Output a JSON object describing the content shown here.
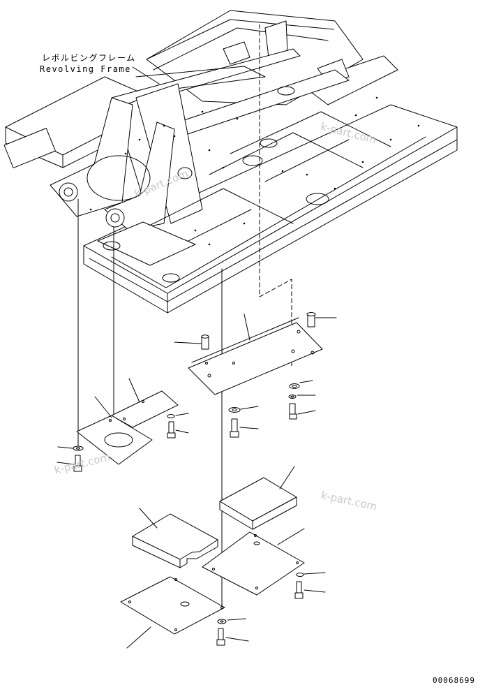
{
  "frame_label": {
    "jp": "レボルビングフレーム",
    "en": "Revolving Frame"
  },
  "watermarks": [
    "k-part.com",
    "k-part.com",
    "k-part.com",
    "k-part.com"
  ],
  "drawing_number": "00068699",
  "colors": {
    "line": "#000000",
    "watermark": "#c8c8c8",
    "background": "#ffffff"
  }
}
